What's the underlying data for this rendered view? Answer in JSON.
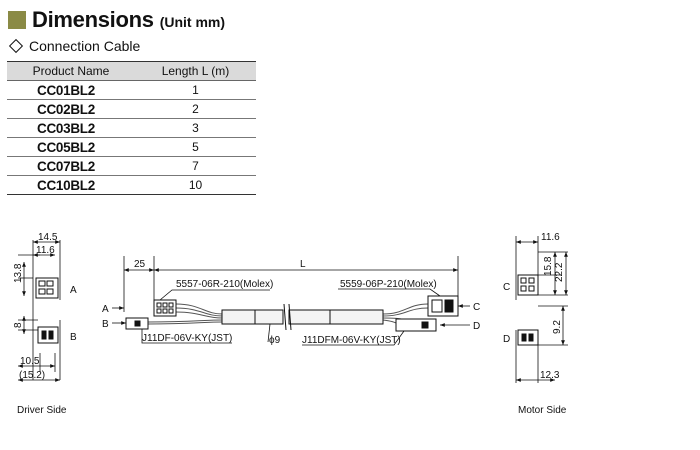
{
  "header": {
    "title": "Dimensions",
    "unit": "(Unit mm)"
  },
  "section": {
    "title": "Connection Cable"
  },
  "table": {
    "headers": [
      "Product Name",
      "Length L (m)"
    ],
    "rows": [
      {
        "product": "CC01BL2",
        "length": "1"
      },
      {
        "product": "CC02BL2",
        "length": "2"
      },
      {
        "product": "CC03BL2",
        "length": "3"
      },
      {
        "product": "CC05BL2",
        "length": "5"
      },
      {
        "product": "CC07BL2",
        "length": "7"
      },
      {
        "product": "CC10BL2",
        "length": "10"
      }
    ]
  },
  "drawing": {
    "driver_side": {
      "caption": "Driver Side",
      "dim_width_a": "14.5",
      "dim_width_b": "11.6",
      "dim_height_a": "13.8",
      "dim_height_b": "8",
      "dim_width_c": "10.5",
      "dim_width_d": "(15.2)",
      "label_a": "A",
      "label_b": "B"
    },
    "cable": {
      "length_label": "L",
      "offset_label": "25",
      "connector_a_label": "5557-06R-210(Molex)",
      "connector_b_label": "J11DF-06V-KY(JST)",
      "connector_c_label": "5559-06P-210(Molex)",
      "connector_d_label": "J11DFM-06V-KY(JST)",
      "diameter_label": "ϕ9",
      "end_a": "A",
      "end_b": "B",
      "end_c": "C",
      "end_d": "D"
    },
    "motor_side": {
      "caption": "Motor Side",
      "dim_width_a": "11.6",
      "dim_height_a": "15.8",
      "dim_height_b": "22.2",
      "dim_height_c": "9.2",
      "dim_width_b": "12.3",
      "label_c": "C",
      "label_d": "D"
    }
  },
  "colors": {
    "title_square": "#8a8a45",
    "table_header_bg": "#dadada"
  }
}
